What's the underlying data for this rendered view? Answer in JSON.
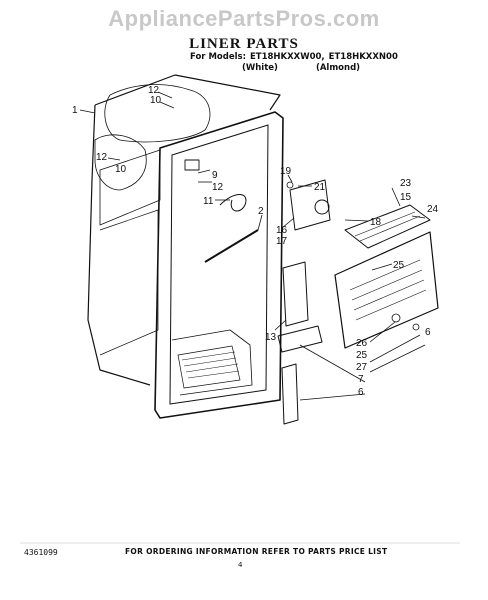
{
  "watermark": "AppliancePartsPros.com",
  "title": "LINER PARTS",
  "models": {
    "prefix": "For Models:",
    "model_1": "ET18HKXXW00,",
    "model_2": "ET18HKXXN00",
    "color_1": "(White)",
    "color_2": "(Almond)"
  },
  "callouts": [
    "1",
    "12",
    "10",
    "12",
    "10",
    "9",
    "12",
    "11",
    "19",
    "21",
    "2",
    "16",
    "17",
    "18",
    "23",
    "15",
    "24",
    "25",
    "13",
    "26",
    "25",
    "27",
    "7",
    "6",
    "6"
  ],
  "footer": {
    "doc_number": "4361099",
    "notice": "FOR ORDERING INFORMATION REFER TO PARTS PRICE LIST",
    "page": "4"
  }
}
